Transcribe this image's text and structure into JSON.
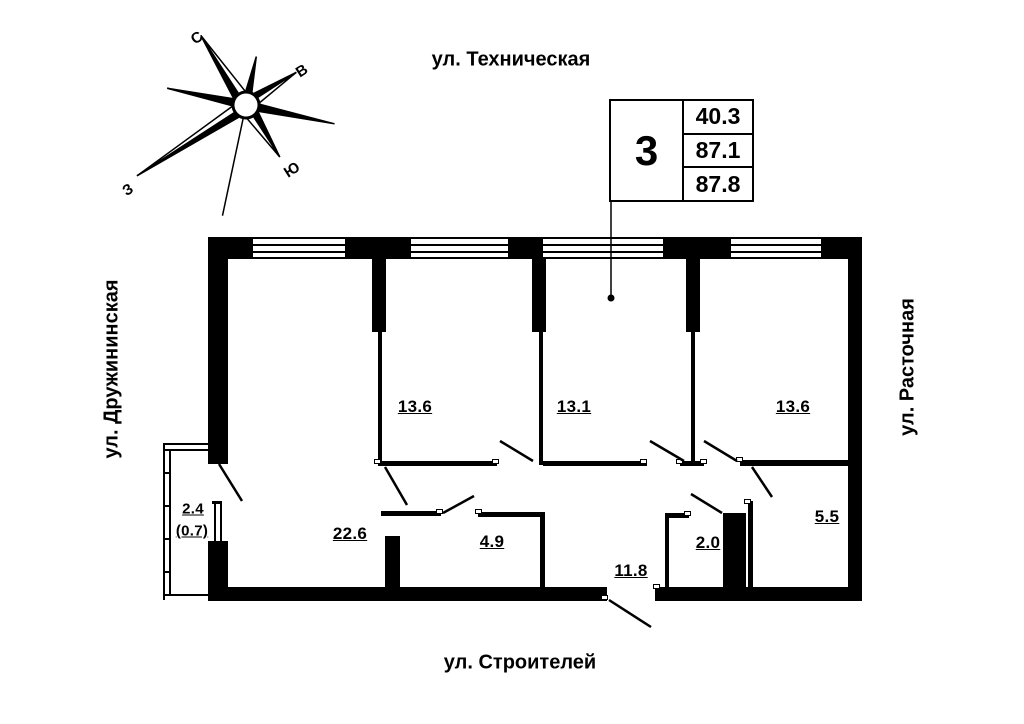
{
  "streets": {
    "top": "ул. Техническая",
    "left": "ул. Дружининская",
    "right": "ул. Расточная",
    "bottom": "ул. Строителей"
  },
  "compass": {
    "north": "С",
    "east": "В",
    "south": "Ю",
    "west": "З"
  },
  "info_box": {
    "room_count": "3",
    "values": [
      "40.3",
      "87.1",
      "87.8"
    ]
  },
  "rooms": [
    {
      "name": "living-room",
      "value": "22.6"
    },
    {
      "name": "bedroom-1",
      "value": "13.6"
    },
    {
      "name": "bedroom-2",
      "value": "13.1"
    },
    {
      "name": "bedroom-3",
      "value": "13.6"
    },
    {
      "name": "bathroom",
      "value": "4.9"
    },
    {
      "name": "hallway",
      "value": "11.8"
    },
    {
      "name": "wc",
      "value": "2.0"
    },
    {
      "name": "kitchen",
      "value": "5.5"
    },
    {
      "name": "balcony",
      "value": "2.4"
    },
    {
      "name": "balcony-reduced",
      "value": "(0.7)"
    }
  ],
  "colors": {
    "walls": "#000000",
    "background": "#ffffff"
  }
}
